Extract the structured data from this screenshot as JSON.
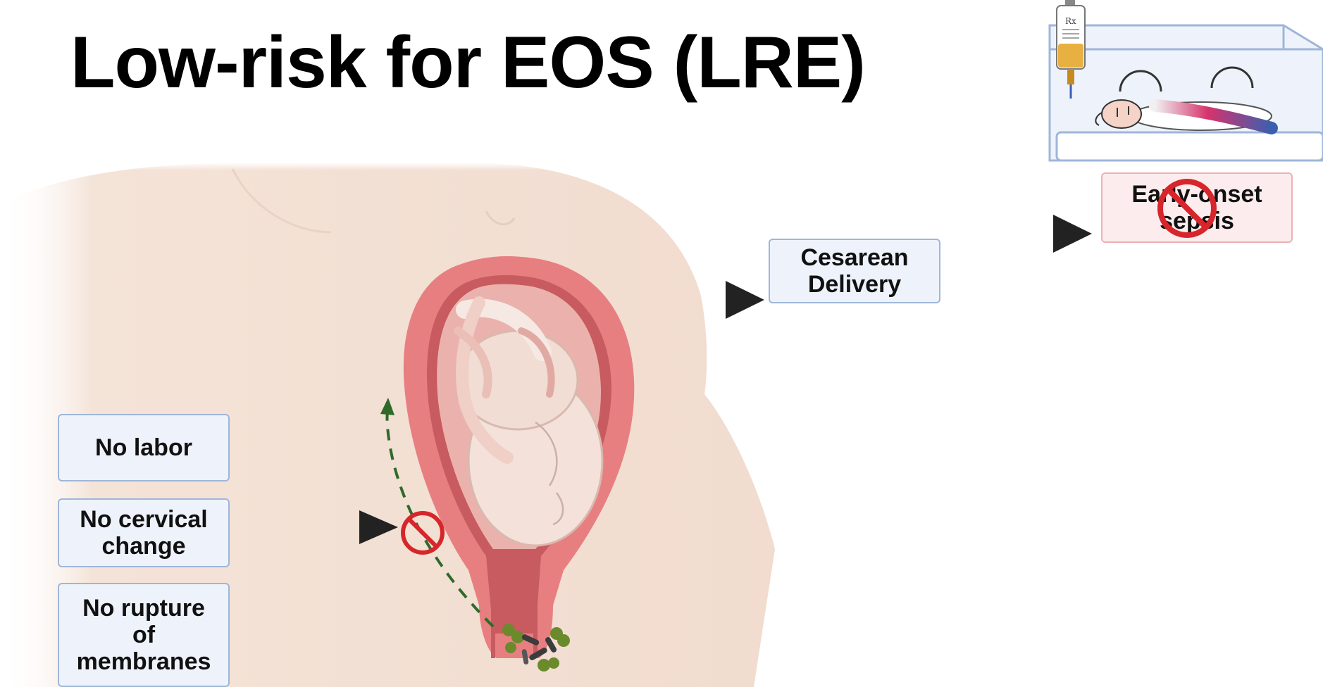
{
  "title": "Low-risk for EOS (LRE)",
  "boxes": {
    "no_labor": "No labor",
    "no_cervical_change": [
      "No cervical",
      "change"
    ],
    "no_rupture": [
      "No rupture",
      "of",
      "membranes"
    ],
    "cesarean": [
      "Cesarean",
      "Delivery"
    ],
    "early_onset_sepsis": [
      "Early-onset",
      "sepsis"
    ]
  },
  "iv_bag_label": "Rx",
  "colors": {
    "skin": "#f6e6db",
    "uterus": "#e77f80",
    "uterus_inner": "#c85b60",
    "fetus": "#f3e1da",
    "arrow": "#222222",
    "dashed_arrow": "#2f6a2a",
    "no_entry": "#d7262b",
    "bacteria_green": "#6b8a2c",
    "bacteria_dark": "#3c3c3c",
    "box_blue_bg": "#eef3fb",
    "box_blue_border": "#9fb6d9",
    "box_pink_bg": "#fdeced",
    "box_pink_border": "#eab2b4"
  },
  "icons": [
    "pregnant-abdomen-illustration",
    "incubator-icon",
    "iv-bag-icon",
    "no-entry-icon",
    "bacteria-icon",
    "arrow-right-icon",
    "dashed-arrow-up-icon"
  ]
}
